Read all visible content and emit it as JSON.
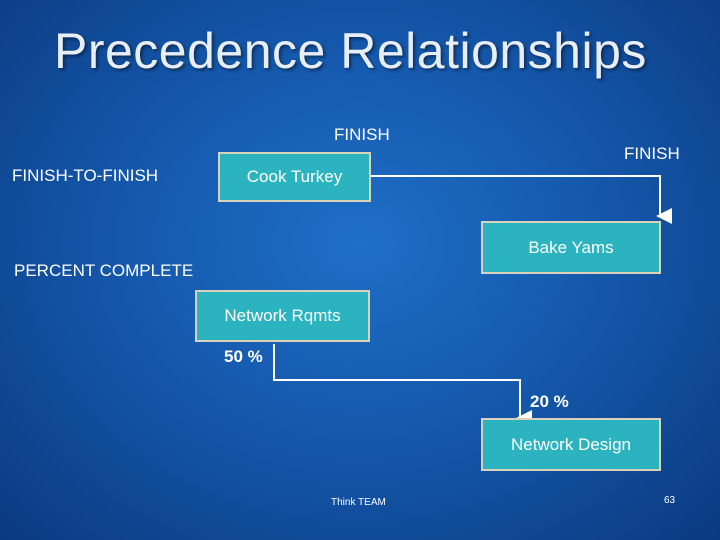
{
  "title": "Precedence Relationships",
  "labels": {
    "finish_top": "FINISH",
    "finish_right": "FINISH",
    "finish_to_finish": "FINISH-TO-FINISH",
    "percent_complete": "PERCENT COMPLETE"
  },
  "tasks": {
    "cook_turkey": "Cook Turkey",
    "bake_yams": "Bake Yams",
    "network_rqmts": "Network Rqmts",
    "network_design": "Network Design"
  },
  "percents": {
    "network_rqmts": "50 %",
    "network_design": "20 %"
  },
  "footer": {
    "brand": "Think TEAM",
    "page_number": "63"
  }
}
